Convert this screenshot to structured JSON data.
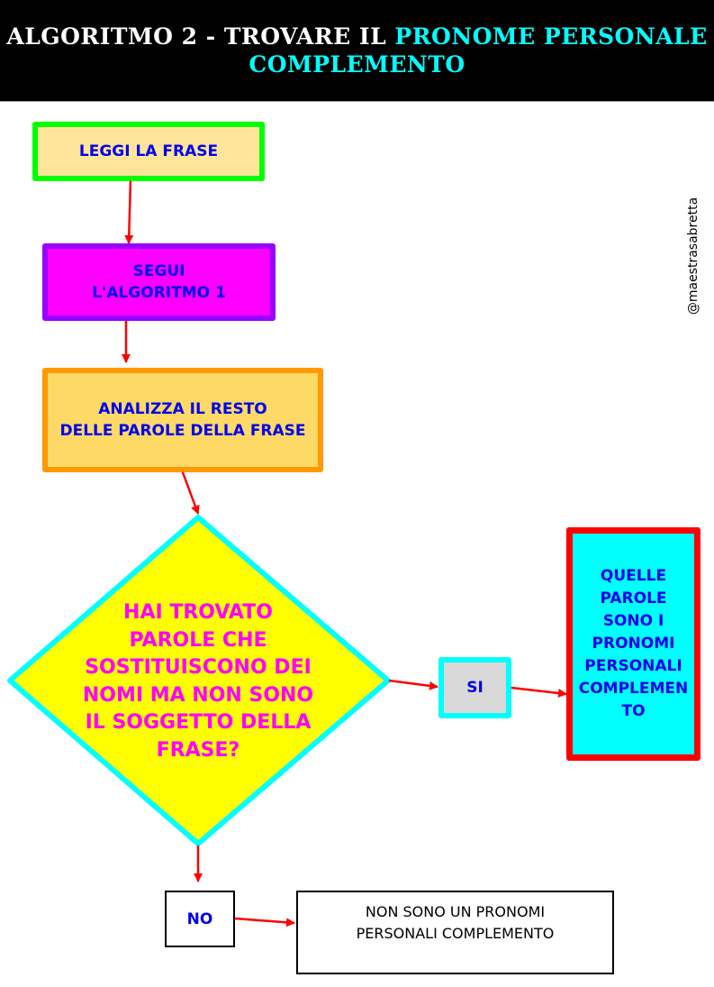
{
  "title": {
    "part1": "ALGORITMO 2 - TROVARE IL",
    "part2": "PRONOME PERSONALE",
    "part3": "COMPLEMENTO"
  },
  "watermark": "@maestrasabretta",
  "nodes": {
    "leggi": [
      "LEGGI LA FRASE"
    ],
    "segui": [
      "SEGUI",
      "L'ALGORITMO 1"
    ],
    "analizza": [
      "ANALIZZA IL RESTO",
      "DELLE PAROLE DELLA FRASE"
    ],
    "decision": [
      "HAI TROVATO",
      "PAROLE CHE",
      "SOSTITUISCONO DEI",
      "NOMI MA NON SONO",
      "IL SOGGETTO DELLA",
      "FRASE?"
    ],
    "si": [
      "SI"
    ],
    "quelle": [
      "QUELLE",
      "PAROLE",
      "SONO I",
      "PRONOMI",
      "PERSONALI",
      "COMPLEMEN",
      "TO"
    ],
    "no": [
      "NO"
    ],
    "nonsono": [
      "NON SONO UN PRONOMI",
      "PERSONALI COMPLEMENTO"
    ]
  },
  "colors": {
    "arrow": "#FF0000",
    "diamond_fill": "#FFFF00",
    "diamond_border": "#00FFFF"
  }
}
